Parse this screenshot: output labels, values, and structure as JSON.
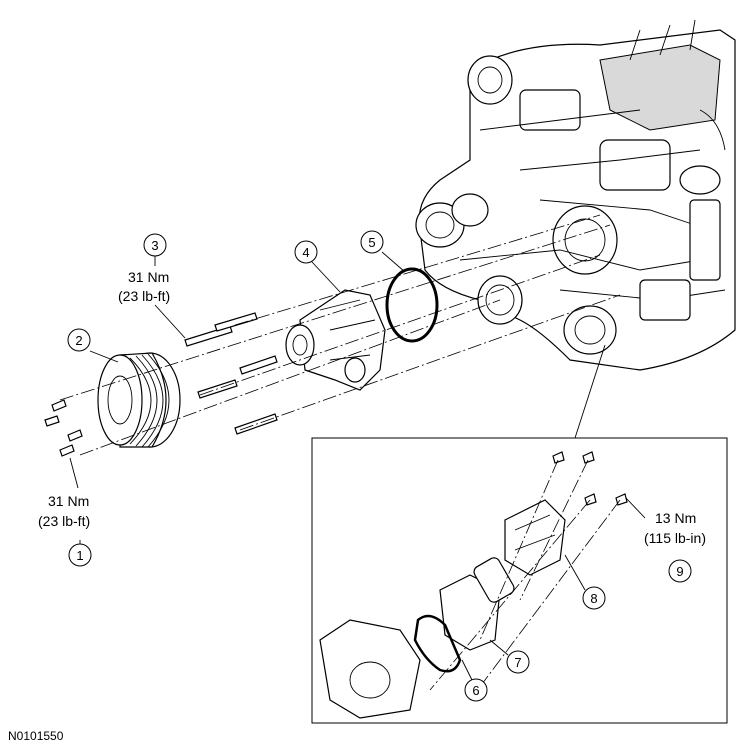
{
  "callouts": {
    "c1": {
      "number": "1",
      "torque": "31 Nm",
      "torque_imperial": "(23 lb-ft)"
    },
    "c2": {
      "number": "2"
    },
    "c3": {
      "number": "3",
      "torque": "31 Nm",
      "torque_imperial": "(23 lb-ft)"
    },
    "c4": {
      "number": "4"
    },
    "c5": {
      "number": "5"
    },
    "c6": {
      "number": "6"
    },
    "c7": {
      "number": "7"
    },
    "c8": {
      "number": "8"
    },
    "c9": {
      "number": "9",
      "torque": "13 Nm",
      "torque_imperial": "(115 lb-in)"
    }
  },
  "figure_id": "N0101550"
}
